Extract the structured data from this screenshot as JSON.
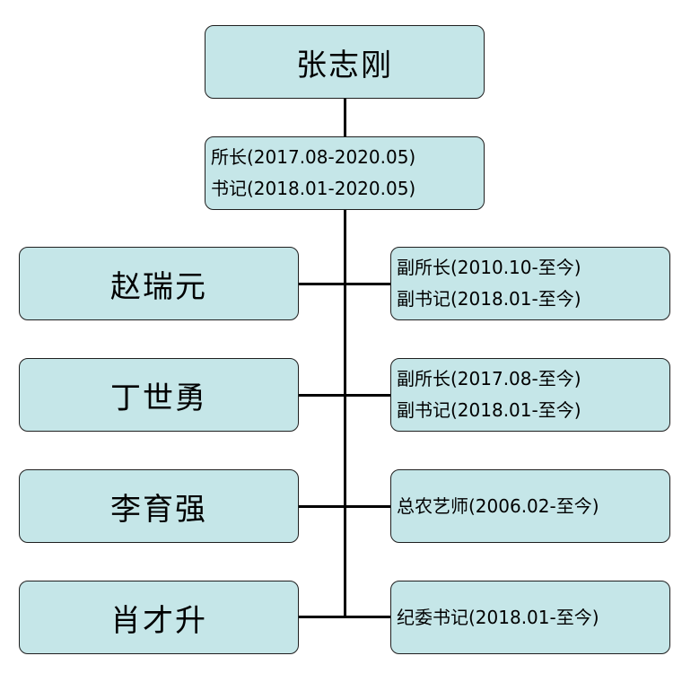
{
  "head": {
    "name": "张志刚",
    "roles": [
      "所长(2017.08-2020.05)",
      "书记(2018.01-2020.05)"
    ]
  },
  "members": [
    {
      "name": "赵瑞元",
      "roles": [
        "副所长(2010.10-至今)",
        "副书记(2018.01-至今)"
      ]
    },
    {
      "name": "丁世勇",
      "roles": [
        "副所长(2017.08-至今)",
        "副书记(2018.01-至今)"
      ]
    },
    {
      "name": "李育强",
      "roles": [
        "总农艺师(2006.02-至今)"
      ]
    },
    {
      "name": "肖才升",
      "roles": [
        "纪委书记(2018.01-至今)"
      ]
    }
  ],
  "colors": {
    "box_fill": "#c5e6e8",
    "border": "#1f1f1f",
    "connector": "#000000"
  }
}
